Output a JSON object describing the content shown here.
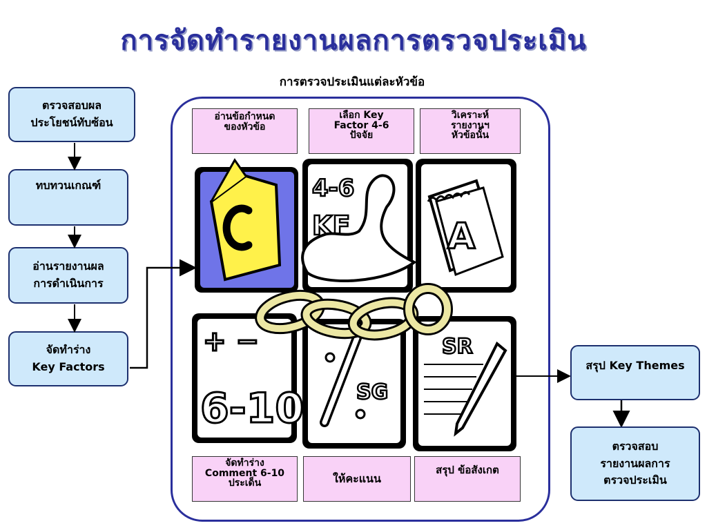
{
  "title": "การจัดทำรายงานผลการตรวจประเมิน",
  "subtitle": "การตรวจประเมินแต่ละหัวข้อ",
  "left_flow": [
    {
      "lines": [
        "ตรวจสอบผล",
        "ประโยชน์ทับซ้อน"
      ]
    },
    {
      "lines": [
        "ทบทวนเกณฑ์",
        ""
      ]
    },
    {
      "lines": [
        "อ่านรายงานผล",
        "การดำเนินการ"
      ]
    },
    {
      "lines": [
        "จัดทำร่าง",
        "Key Factors"
      ]
    }
  ],
  "top_boxes": [
    {
      "lines": [
        "อ่านข้อกำหนด",
        "ของหัวข้อ"
      ]
    },
    {
      "lines": [
        "เลือก Key",
        "Factor 4-6",
        "ปัจจัย"
      ]
    },
    {
      "lines": [
        "วิเคราะห์",
        "รายงานฯ",
        "หัวข้อนั้น"
      ]
    }
  ],
  "bottom_boxes": [
    {
      "lines": [
        "จัดทำร่าง",
        "Comment  6-10",
        "ประเด็น"
      ]
    },
    {
      "lines": [
        "ให้คะแนน"
      ]
    },
    {
      "lines": [
        "สรุป ข้อสังเกต"
      ]
    }
  ],
  "right_flow": [
    {
      "lines": [
        "สรุป Key Themes"
      ]
    },
    {
      "lines": [
        "ตรวจสอบ",
        "รายงานผลการ",
        "ตรวจประเมิน"
      ]
    }
  ],
  "illustration_glyphs": {
    "book_letter": "C",
    "kf_text": "KF",
    "kf_numbers": "4-6",
    "notebook_letter": "A",
    "count_text": "6-10",
    "sg_text": "SG",
    "sr_text": "SR",
    "plus_minus": "+ −"
  },
  "colors": {
    "title": "#2a2f9c",
    "flow_fill": "#cfe9fb",
    "flow_border": "#1c2f6e",
    "label_fill": "#f9d2f7",
    "frame_border": "#2a2f9c",
    "book_panel": "#6f74e8",
    "book_cover": "#fff14a",
    "chain": "#ece7a4"
  }
}
